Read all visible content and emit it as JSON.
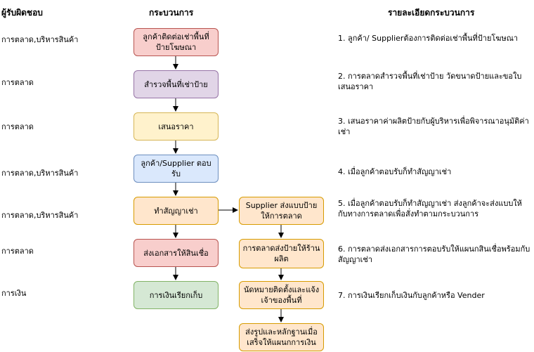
{
  "headers": {
    "responsible": "ผู้รับผิดชอบ",
    "process": "กระบวนการ",
    "details": "รายละเอียดกระบวนการ"
  },
  "roles": [
    "การตลาด,บริหารสินค้า",
    "การตลาด",
    "การตลาด",
    "การตลาด,บริหารสินค้า",
    "การตลาด,บริหารสินค้า",
    "การตลาด",
    "การเงิน"
  ],
  "process_steps": [
    "ลูกค้าติดต่อเช่าพื้นที่ป้ายโฆษณา",
    "สำรวจพื้นที่เช่าป้าย",
    "เสนอราคา",
    "ลูกค้า/Supplier ตอบรับ",
    "ทำสัญญาเช่า",
    "ส่งเอกสารให้สินเชื่อ",
    "การเงินเรียกเก็บ"
  ],
  "side_steps": [
    "Supplier ส่งแบบป้ายให้การตลาด",
    "การตลาดส่งป้ายให้ร้านผลิต",
    "นัดหมายติดตั้งและแจ้งเจ้าของพื้นที่",
    "ส่งรูปและหลักฐานเมื่อเสร็จให้แผนกการเงิน"
  ],
  "details": [
    "1. ลูกค้า/ Supplierต้องการติดต่อเช่าพื้นที่ป้ายโฆษณา",
    "2. การตลาดสำรวจพื้นที่เช่าป้าย วัดขนาดป้ายและขอใบเสนอราคา",
    "3. เสนอราคาค่าผลิตป้ายกับผู้บริหารเพื่อพิจารณาอนุมัติค่าเช่า",
    "4. เมื่อลูกค้าตอบรับก็ทำสัญญาเช่า",
    "5. เมื่อลูกค้าตอบรับก็ทำสัญญาเช่า ส่งลูกค้าจะส่งแบบให้กับทางการตลาดเพื่อสั่งทำตามกระบวนการ",
    "6. การตลาดส่งเอกสารการตอบรับให้แผนกสินเชื่อพร้อมกับสัญญาเช่า",
    "7. การเงินเรียกเก็บเงินกับลูกค้าหรือ Vender"
  ]
}
